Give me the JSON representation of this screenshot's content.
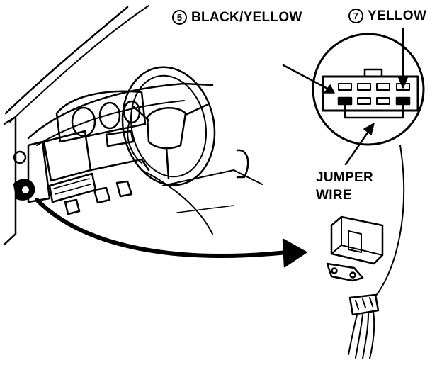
{
  "labels": {
    "black_yellow": {
      "pin": "5",
      "text": "BLACK/YELLOW"
    },
    "yellow": {
      "pin": "7",
      "text": "YELLOW"
    },
    "jumper_line1": "JUMPER",
    "jumper_line2": "WIRE"
  },
  "colors": {
    "ink": "#000000",
    "paper": "#ffffff"
  },
  "icons": {
    "dashboard": "dashboard-steering-wheel-illustration",
    "connector": "service-check-connector-icon",
    "relay": "relay-unit-icon",
    "arrow": "curved-arrow-icon"
  }
}
